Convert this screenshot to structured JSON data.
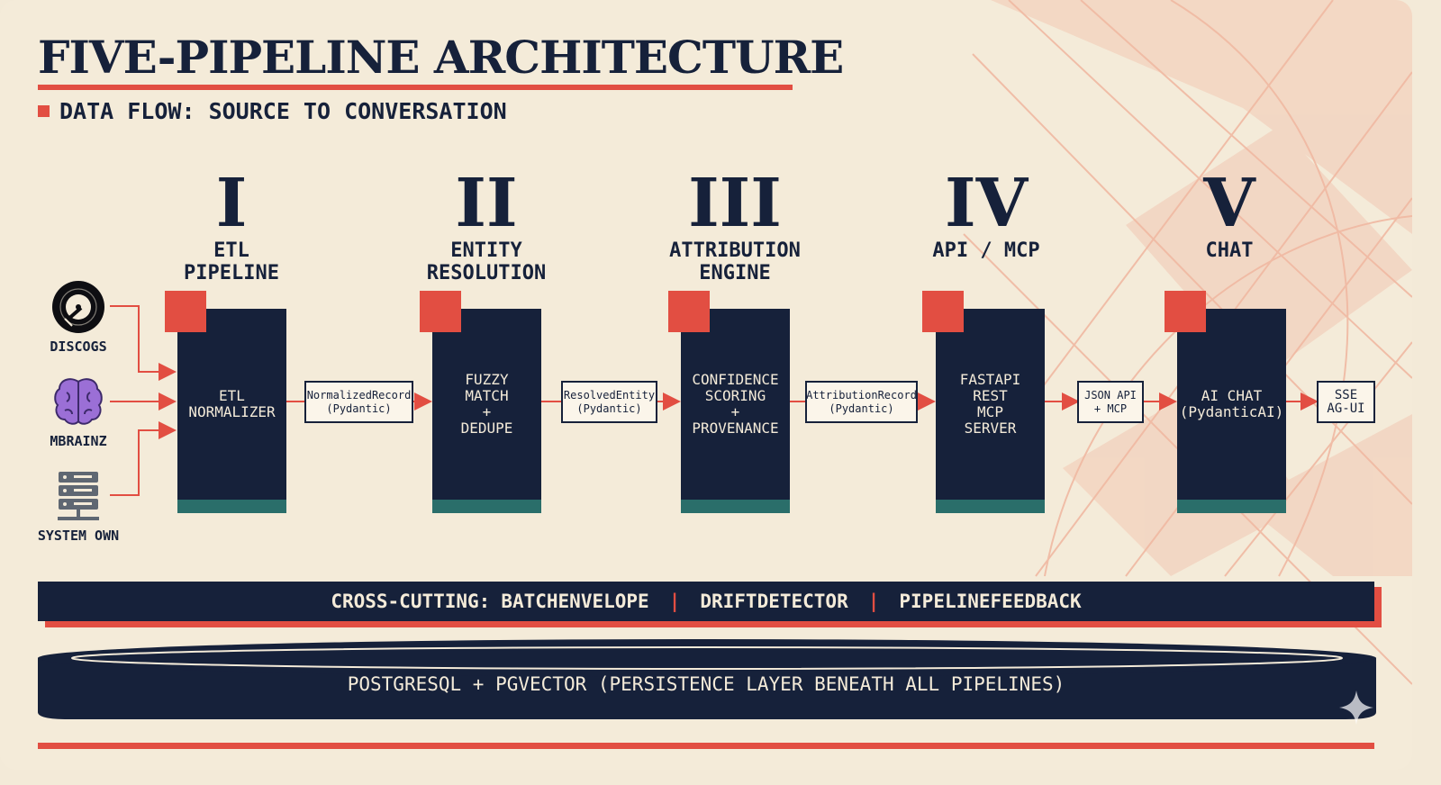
{
  "title": "FIVE-PIPELINE ARCHITECTURE",
  "subtitle": "DATA FLOW: SOURCE TO CONVERSATION",
  "sources": [
    {
      "label": "DISCOGS",
      "icon": "vinyl-record-icon"
    },
    {
      "label": "MBRAINZ",
      "icon": "brain-icon"
    },
    {
      "label": "SYSTEM OWN",
      "icon": "server-icon"
    }
  ],
  "stages": [
    {
      "numeral": "I",
      "name": "ETL\nPIPELINE",
      "block": "ETL\nNORMALIZER"
    },
    {
      "numeral": "II",
      "name": "ENTITY\nRESOLUTION",
      "block": "FUZZY\nMATCH\n+\nDEDUPE"
    },
    {
      "numeral": "III",
      "name": "ATTRIBUTION\nENGINE",
      "block": "CONFIDENCE\nSCORING\n+\nPROVENANCE"
    },
    {
      "numeral": "IV",
      "name": "API / MCP",
      "block": "FASTAPI\nREST\nMCP\nSERVER"
    },
    {
      "numeral": "V",
      "name": "CHAT",
      "block": "AI CHAT\n(PydanticAI)"
    }
  ],
  "connectors": [
    "NormalizedRecord\n(Pydantic)",
    "ResolvedEntity\n(Pydantic)",
    "AttributionRecord\n(Pydantic)",
    "JSON API\n+ MCP",
    "SSE\nAG-UI"
  ],
  "cross_cutting": {
    "prefix": "CROSS-CUTTING:",
    "items": [
      "BATCHENVELOPE",
      "DRIFTDETECTOR",
      "PIPELINEFEEDBACK"
    ],
    "separator": "|"
  },
  "persistence": "POSTGRESQL + PGVECTOR (PERSISTENCE LAYER BENEATH ALL PIPELINES)",
  "colors": {
    "background": "#f4ebd9",
    "navy": "#16213a",
    "accent_red": "#e24e42",
    "teal": "#2a6e6a",
    "deco_salmon": "#f0b9a2"
  }
}
